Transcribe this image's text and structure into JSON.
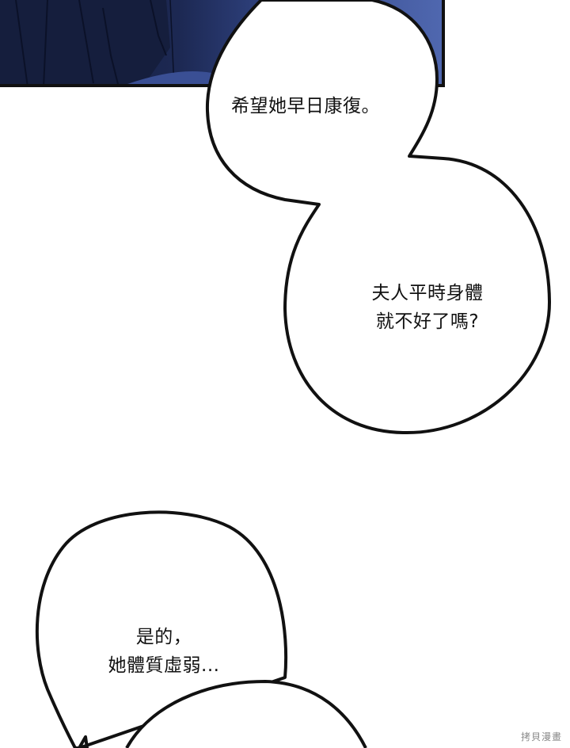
{
  "panel": {
    "description": "dark navy illustrated panel top-left (character clothing)",
    "colors": {
      "dark": "#15203f",
      "mid": "#1d2a55",
      "light": "#4a62a8",
      "border": "#111111"
    }
  },
  "bubbles": [
    {
      "id": "bubble-1",
      "text": "希望她早日康復。"
    },
    {
      "id": "bubble-2",
      "text": "夫人平時身體\n就不好了嗎?"
    },
    {
      "id": "bubble-3",
      "text": "是的，\n她體質虛弱..."
    }
  ],
  "watermark": {
    "text": "拷貝漫畫"
  }
}
